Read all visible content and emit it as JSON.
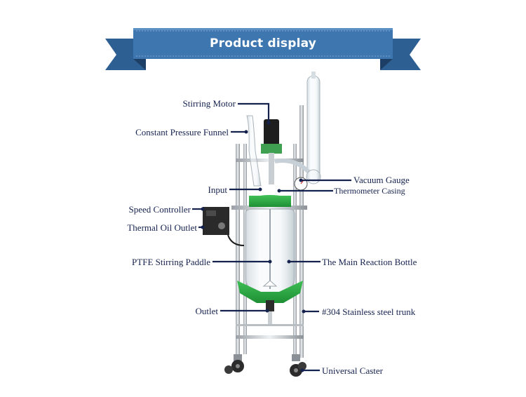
{
  "banner": {
    "title": "Product display",
    "color": "#3e77b0"
  },
  "callout_color": "#15224e",
  "labels": {
    "stirring_motor": "Stirring Motor",
    "constant_pressure_funnel": "Constant Pressure Funnel",
    "input": "Input",
    "speed_controller": "Speed Controller",
    "thermal_oil_outlet": "Thermal Oil Outlet",
    "ptfe_stirring_paddle": "PTFE Stirring Paddle",
    "outlet": "Outlet",
    "vacuum_gauge": "Vacuum Gauge",
    "thermometer_casing": "Thermometer Casing",
    "main_reaction_bottle": "The Main Reaction Bottle",
    "stainless_steel_trunk": "#304 Stainless steel trunk",
    "universal_caster": "Universal Caster"
  }
}
